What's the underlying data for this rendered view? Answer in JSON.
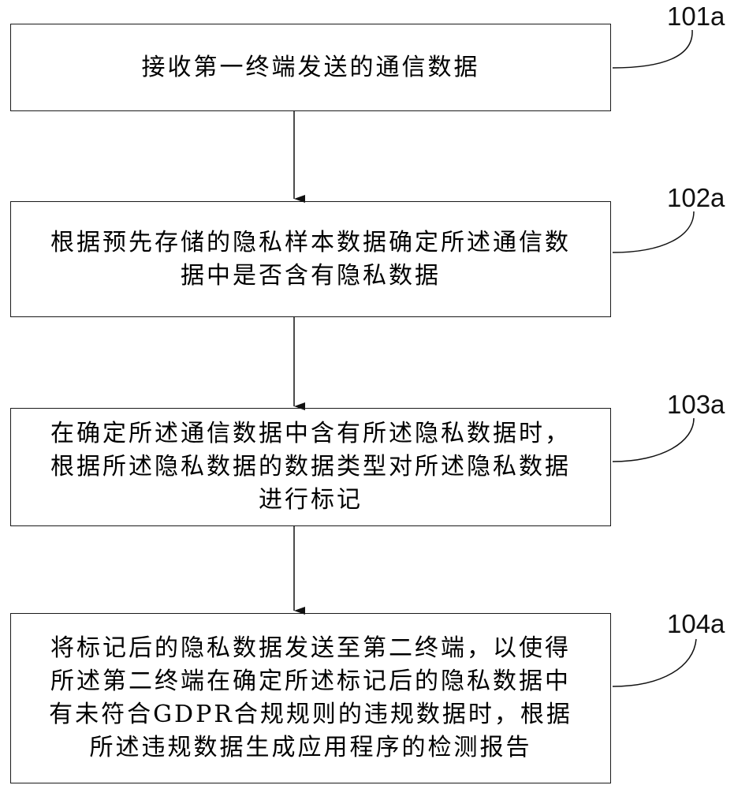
{
  "steps": [
    {
      "id": "101a",
      "text": "接收第一终端发送的通信数据"
    },
    {
      "id": "102a",
      "text": "根据预先存储的隐私样本数据确定所述通信数\n据中是否含有隐私数据"
    },
    {
      "id": "103a",
      "text": "在确定所述通信数据中含有所述隐私数据时，\n根据所述隐私数据的数据类型对所述隐私数据\n进行标记"
    },
    {
      "id": "104a",
      "text": "将标记后的隐私数据发送至第二终端，以使得\n所述第二终端在确定所述标记后的隐私数据中\n有未符合GDPR合规规则的违规数据时，根据\n所述违规数据生成应用程序的检测报告"
    }
  ]
}
